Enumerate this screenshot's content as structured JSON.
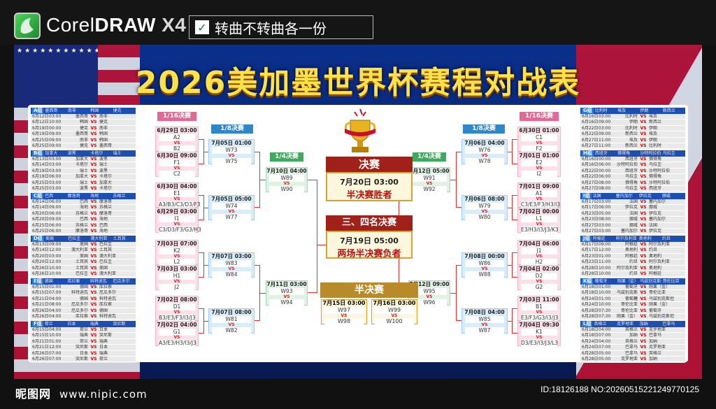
{
  "software": {
    "brand_light": "Corel",
    "brand_bold": "DRAW",
    "version": "X4",
    "tag": "转曲不转曲各一份"
  },
  "title": "2026美加墨世界杯赛程对战表",
  "groups_left": [
    {
      "name": "A组",
      "teams": [
        "墨西哥",
        "南非",
        "韩国",
        "捷克"
      ],
      "matches": [
        [
          "6月12日",
          "03:00",
          "墨西哥",
          "南非"
        ],
        [
          "6月12日",
          "10:00",
          "韩国",
          "捷克"
        ],
        [
          "6月19日",
          "00:00",
          "捷克",
          "南非"
        ],
        [
          "6月19日",
          "09:00",
          "墨西哥",
          "韩国"
        ],
        [
          "6月25日",
          "09:00",
          "南非",
          "韩国"
        ],
        [
          "6月25日",
          "09:00",
          "捷克",
          "墨西哥"
        ]
      ]
    },
    {
      "name": "B组",
      "teams": [
        "加拿大",
        "波黑",
        "卡塔尔",
        "瑞士"
      ],
      "matches": [
        [
          "6月13日",
          "03:00",
          "加拿大",
          "波黑"
        ],
        [
          "6月14日",
          "03:00",
          "卡塔尔",
          "瑞士"
        ],
        [
          "6月19日",
          "03:00",
          "瑞士",
          "波黑"
        ],
        [
          "6月19日",
          "06:00",
          "加拿大",
          "卡塔尔"
        ],
        [
          "6月25日",
          "03:00",
          "瑞士",
          "加拿大"
        ],
        [
          "6月25日",
          "03:00",
          "波黑",
          "卡塔尔"
        ]
      ]
    },
    {
      "name": "C组",
      "teams": [
        "巴西",
        "摩洛哥",
        "海地",
        "苏格兰"
      ],
      "matches": [
        [
          "6月14日",
          "06:00",
          "巴西",
          "摩洛哥"
        ],
        [
          "6月14日",
          "09:00",
          "海地",
          "苏格兰"
        ],
        [
          "6月20日",
          "06:00",
          "苏格兰",
          "摩洛哥"
        ],
        [
          "6月20日",
          "09:00",
          "巴西",
          "海地"
        ],
        [
          "6月25日",
          "06:00",
          "苏格兰",
          "巴西"
        ],
        [
          "6月25日",
          "06:00",
          "摩洛哥",
          "海地"
        ]
      ]
    },
    {
      "name": "D组",
      "teams": [
        "美国",
        "巴拉圭",
        "澳大利亚",
        "土耳其"
      ],
      "matches": [
        [
          "6月13日",
          "09:00",
          "美国",
          "巴拉圭"
        ],
        [
          "6月14日",
          "12:00",
          "澳大利亚",
          "土耳其"
        ],
        [
          "6月20日",
          "03:00",
          "美国",
          "澳大利亚"
        ],
        [
          "6月20日",
          "12:00",
          "土耳其",
          "巴拉圭"
        ],
        [
          "6月26日",
          "10:00",
          "土耳其",
          "美国"
        ],
        [
          "6月26日",
          "10:00",
          "巴拉圭",
          "澳大利亚"
        ]
      ]
    },
    {
      "name": "E组",
      "teams": [
        "德国",
        "库拉索",
        "科特迪瓦",
        "厄瓜多尔"
      ],
      "matches": [
        [
          "6月15日",
          "01:00",
          "德国",
          "库拉索"
        ],
        [
          "6月15日",
          "07:00",
          "科特迪瓦",
          "厄瓜多尔"
        ],
        [
          "6月21日",
          "04:00",
          "德国",
          "科特迪瓦"
        ],
        [
          "6月21日",
          "08:00",
          "厄瓜多尔",
          "库拉索"
        ],
        [
          "6月26日",
          "04:00",
          "厄瓜多尔",
          "德国"
        ],
        [
          "6月26日",
          "04:00",
          "库拉索",
          "科特迪瓦"
        ]
      ]
    },
    {
      "name": "F组",
      "teams": [
        "荷兰",
        "日本",
        "瑞典",
        "突尼斯"
      ],
      "matches": [
        [
          "6月15日",
          "04:00",
          "荷兰",
          "日本"
        ],
        [
          "6月15日",
          "10:00",
          "瑞典",
          "突尼斯"
        ],
        [
          "6月21日",
          "01:00",
          "荷兰",
          "瑞典"
        ],
        [
          "6月21日",
          "12:00",
          "突尼斯",
          "日本"
        ],
        [
          "6月26日",
          "07:00",
          "日本",
          "瑞典"
        ],
        [
          "6月26日",
          "07:00",
          "突尼斯",
          "荷兰"
        ]
      ]
    }
  ],
  "groups_right": [
    {
      "name": "G组",
      "teams": [
        "比利时",
        "埃及",
        "伊朗",
        "新西兰"
      ],
      "matches": [
        [
          "6月16日",
          "03:00",
          "比利时",
          "埃及"
        ],
        [
          "6月16日",
          "09:00",
          "伊朗",
          "新西兰"
        ],
        [
          "6月22日",
          "03:00",
          "比利时",
          "伊朗"
        ],
        [
          "6月22日",
          "09:00",
          "新西兰",
          "埃及"
        ],
        [
          "6月27日",
          "11:00",
          "埃及",
          "伊朗"
        ],
        [
          "6月27日",
          "11:00",
          "新西兰",
          "比利时"
        ]
      ]
    },
    {
      "name": "H组",
      "teams": [
        "西班牙",
        "佛得角",
        "沙特阿拉伯",
        "乌拉圭"
      ],
      "matches": [
        [
          "6月16日",
          "00:00",
          "西班牙",
          "佛得角"
        ],
        [
          "6月16日",
          "06:00",
          "沙特阿拉伯",
          "乌拉圭"
        ],
        [
          "6月22日",
          "00:00",
          "西班牙",
          "沙特阿拉伯"
        ],
        [
          "6月22日",
          "06:00",
          "乌拉圭",
          "佛得角"
        ],
        [
          "6月27日",
          "08:00",
          "佛得角",
          "沙特阿拉伯"
        ],
        [
          "6月27日",
          "08:00",
          "乌拉圭",
          "西班牙"
        ]
      ]
    },
    {
      "name": "I组",
      "teams": [
        "法国",
        "塞内加尔",
        "伊拉克",
        "挪威"
      ],
      "matches": [
        [
          "6月17日",
          "03:00",
          "法国",
          "塞内加尔"
        ],
        [
          "6月17日",
          "06:00",
          "伊拉克",
          "挪威"
        ],
        [
          "6月23日",
          "05:00",
          "法国",
          "伊拉克"
        ],
        [
          "6月23日",
          "08:00",
          "挪威",
          "塞内加尔"
        ],
        [
          "6月27日",
          "03:00",
          "挪威",
          "法国"
        ],
        [
          "6月27日",
          "03:00",
          "塞内加尔",
          "伊拉克"
        ]
      ]
    },
    {
      "name": "J组",
      "teams": [
        "阿根廷",
        "阿尔及利亚",
        "奥地利",
        "约旦"
      ],
      "matches": [
        [
          "6月17日",
          "09:00",
          "阿根廷",
          "阿尔及利亚"
        ],
        [
          "6月17日",
          "12:00",
          "奥地利",
          "约旦"
        ],
        [
          "6月23日",
          "01:00",
          "阿根廷",
          "奥地利"
        ],
        [
          "6月23日",
          "11:00",
          "约旦",
          "阿尔及利亚"
        ],
        [
          "6月28日",
          "10:00",
          "阿尔及利亚",
          "奥地利"
        ],
        [
          "6月28日",
          "10:00",
          "约旦",
          "阿根廷"
        ]
      ]
    },
    {
      "name": "K组",
      "teams": [
        "葡萄牙",
        "刚果（金）",
        "乌兹别克斯坦",
        "哥伦比亚"
      ],
      "matches": [
        [
          "6月18日",
          "01:00",
          "葡萄牙",
          "刚果（金）"
        ],
        [
          "6月18日",
          "10:00",
          "乌兹别克斯坦",
          "哥伦比亚"
        ],
        [
          "6月24日",
          "01:00",
          "葡萄牙",
          "乌兹别克斯坦"
        ],
        [
          "6月24日",
          "10:00",
          "哥伦比亚",
          "刚果（金）"
        ],
        [
          "6月28日",
          "07:30",
          "哥伦比亚",
          "葡萄牙"
        ],
        [
          "6月28日",
          "07:30",
          "刚果（金）",
          "乌兹别克斯坦"
        ]
      ]
    },
    {
      "name": "L组",
      "teams": [
        "英格兰",
        "克罗地亚",
        "加纳",
        "巴拿马"
      ],
      "matches": [
        [
          "6月18日",
          "04:00",
          "英格兰",
          "克罗地亚"
        ],
        [
          "6月18日",
          "07:00",
          "加纳",
          "巴拿马"
        ],
        [
          "6月24日",
          "04:00",
          "英格兰",
          "加纳"
        ],
        [
          "6月24日",
          "07:00",
          "巴拿马",
          "克罗地亚"
        ],
        [
          "6月28日",
          "05:00",
          "巴拿马",
          "英格兰"
        ],
        [
          "6月28日",
          "05:00",
          "克罗地亚",
          "加纳"
        ]
      ]
    }
  ],
  "round_labels": {
    "r32": "1/16决赛",
    "r16": "1/8决赛",
    "qf": "1/4决赛"
  },
  "vs": "VS",
  "left_r32": [
    {
      "date": "6月29日 03:00",
      "a": "A2",
      "b": "B2"
    },
    {
      "date": "6月30日 09:00",
      "a": "F1",
      "b": "C2"
    },
    {
      "date": "6月30日 04:00",
      "a": "E1",
      "b": "A3/B3/C3/D3/F3"
    },
    {
      "date": "6月29日 03:00",
      "a": "I1",
      "b": "C3/D3/F3/G3/H3"
    },
    {
      "date": "7月03日 07:00",
      "a": "K2",
      "b": "L2"
    },
    {
      "date": "7月03日 03:00",
      "a": "H1",
      "b": "J2"
    },
    {
      "date": "7月02日 08:00",
      "a": "D1",
      "b": "B3/E3/F3/I3/J3"
    },
    {
      "date": "7月02日 04:00",
      "a": "G1",
      "b": "A3/E3/H3/I3/J3"
    }
  ],
  "left_r16": [
    {
      "date": "7月05日 01:00",
      "a": "W73",
      "b": "W75"
    },
    {
      "date": "7月05日 05:00",
      "a": "W74",
      "b": "W77"
    },
    {
      "date": "7月07日 03:00",
      "a": "W83",
      "b": "W84"
    },
    {
      "date": "7月07日 08:00",
      "a": "W81",
      "b": "W82"
    }
  ],
  "left_qf": [
    {
      "date": "7月10日 04:00",
      "a": "W89",
      "b": "W90"
    },
    {
      "date": "7月11日 03:00",
      "a": "W93",
      "b": "W94"
    }
  ],
  "right_r32": [
    {
      "date": "6月30日 01:00",
      "a": "C1",
      "b": "F2"
    },
    {
      "date": "7月01日 01:00",
      "a": "E2",
      "b": "I2"
    },
    {
      "date": "7月01日 09:00",
      "a": "A1",
      "b": "C3/E3/F3/H3/I3"
    },
    {
      "date": "7月02日 00:00",
      "a": "L1",
      "b": "E3/H3/I3/J3/K3"
    },
    {
      "date": "7月04日 06:00",
      "a": "J1",
      "b": "H2"
    },
    {
      "date": "7月04日 02:00",
      "a": "D2",
      "b": "G2"
    },
    {
      "date": "7月03日 11:00",
      "a": "B1",
      "b": "E3/F3/G3/I3/J3"
    },
    {
      "date": "7月04日 09:30",
      "a": "K1",
      "b": "D3/E3/I3/J3/L3"
    }
  ],
  "right_r16": [
    {
      "date": "7月06日 04:00",
      "a": "W76",
      "b": "W78"
    },
    {
      "date": "7月06日 08:00",
      "a": "W79",
      "b": "W80"
    },
    {
      "date": "7月08日 00:00",
      "a": "W86",
      "b": "W88"
    },
    {
      "date": "7月08日 04:00",
      "a": "W85",
      "b": "W87"
    }
  ],
  "right_qf": [
    {
      "date": "7月12日 05:00",
      "a": "W91",
      "b": "W92"
    },
    {
      "date": "7月12日 09:00",
      "a": "W95",
      "b": "W96"
    }
  ],
  "final": {
    "label": "决赛",
    "date": "7月20日 03:00",
    "desc": "半决赛胜者"
  },
  "third": {
    "label": "三、四名决赛",
    "date": "7月19日 05:00",
    "desc": "两场半决赛负者"
  },
  "semi": {
    "label": "半决赛",
    "matches": [
      {
        "date": "7月15日 03:00",
        "a": "W97",
        "b": "W98"
      },
      {
        "date": "7月16日 03:00",
        "a": "W99",
        "b": "W100"
      }
    ]
  },
  "footer": {
    "site": "昵图网",
    "url": "www.nipic.com",
    "id": "ID:18126188 NO:20260515221249770125"
  },
  "colors": {
    "title": "#ffe14a",
    "final": "#a0201a",
    "r32": "#e06a93",
    "r16": "#2f86c9",
    "qf": "#3eaa5d"
  }
}
